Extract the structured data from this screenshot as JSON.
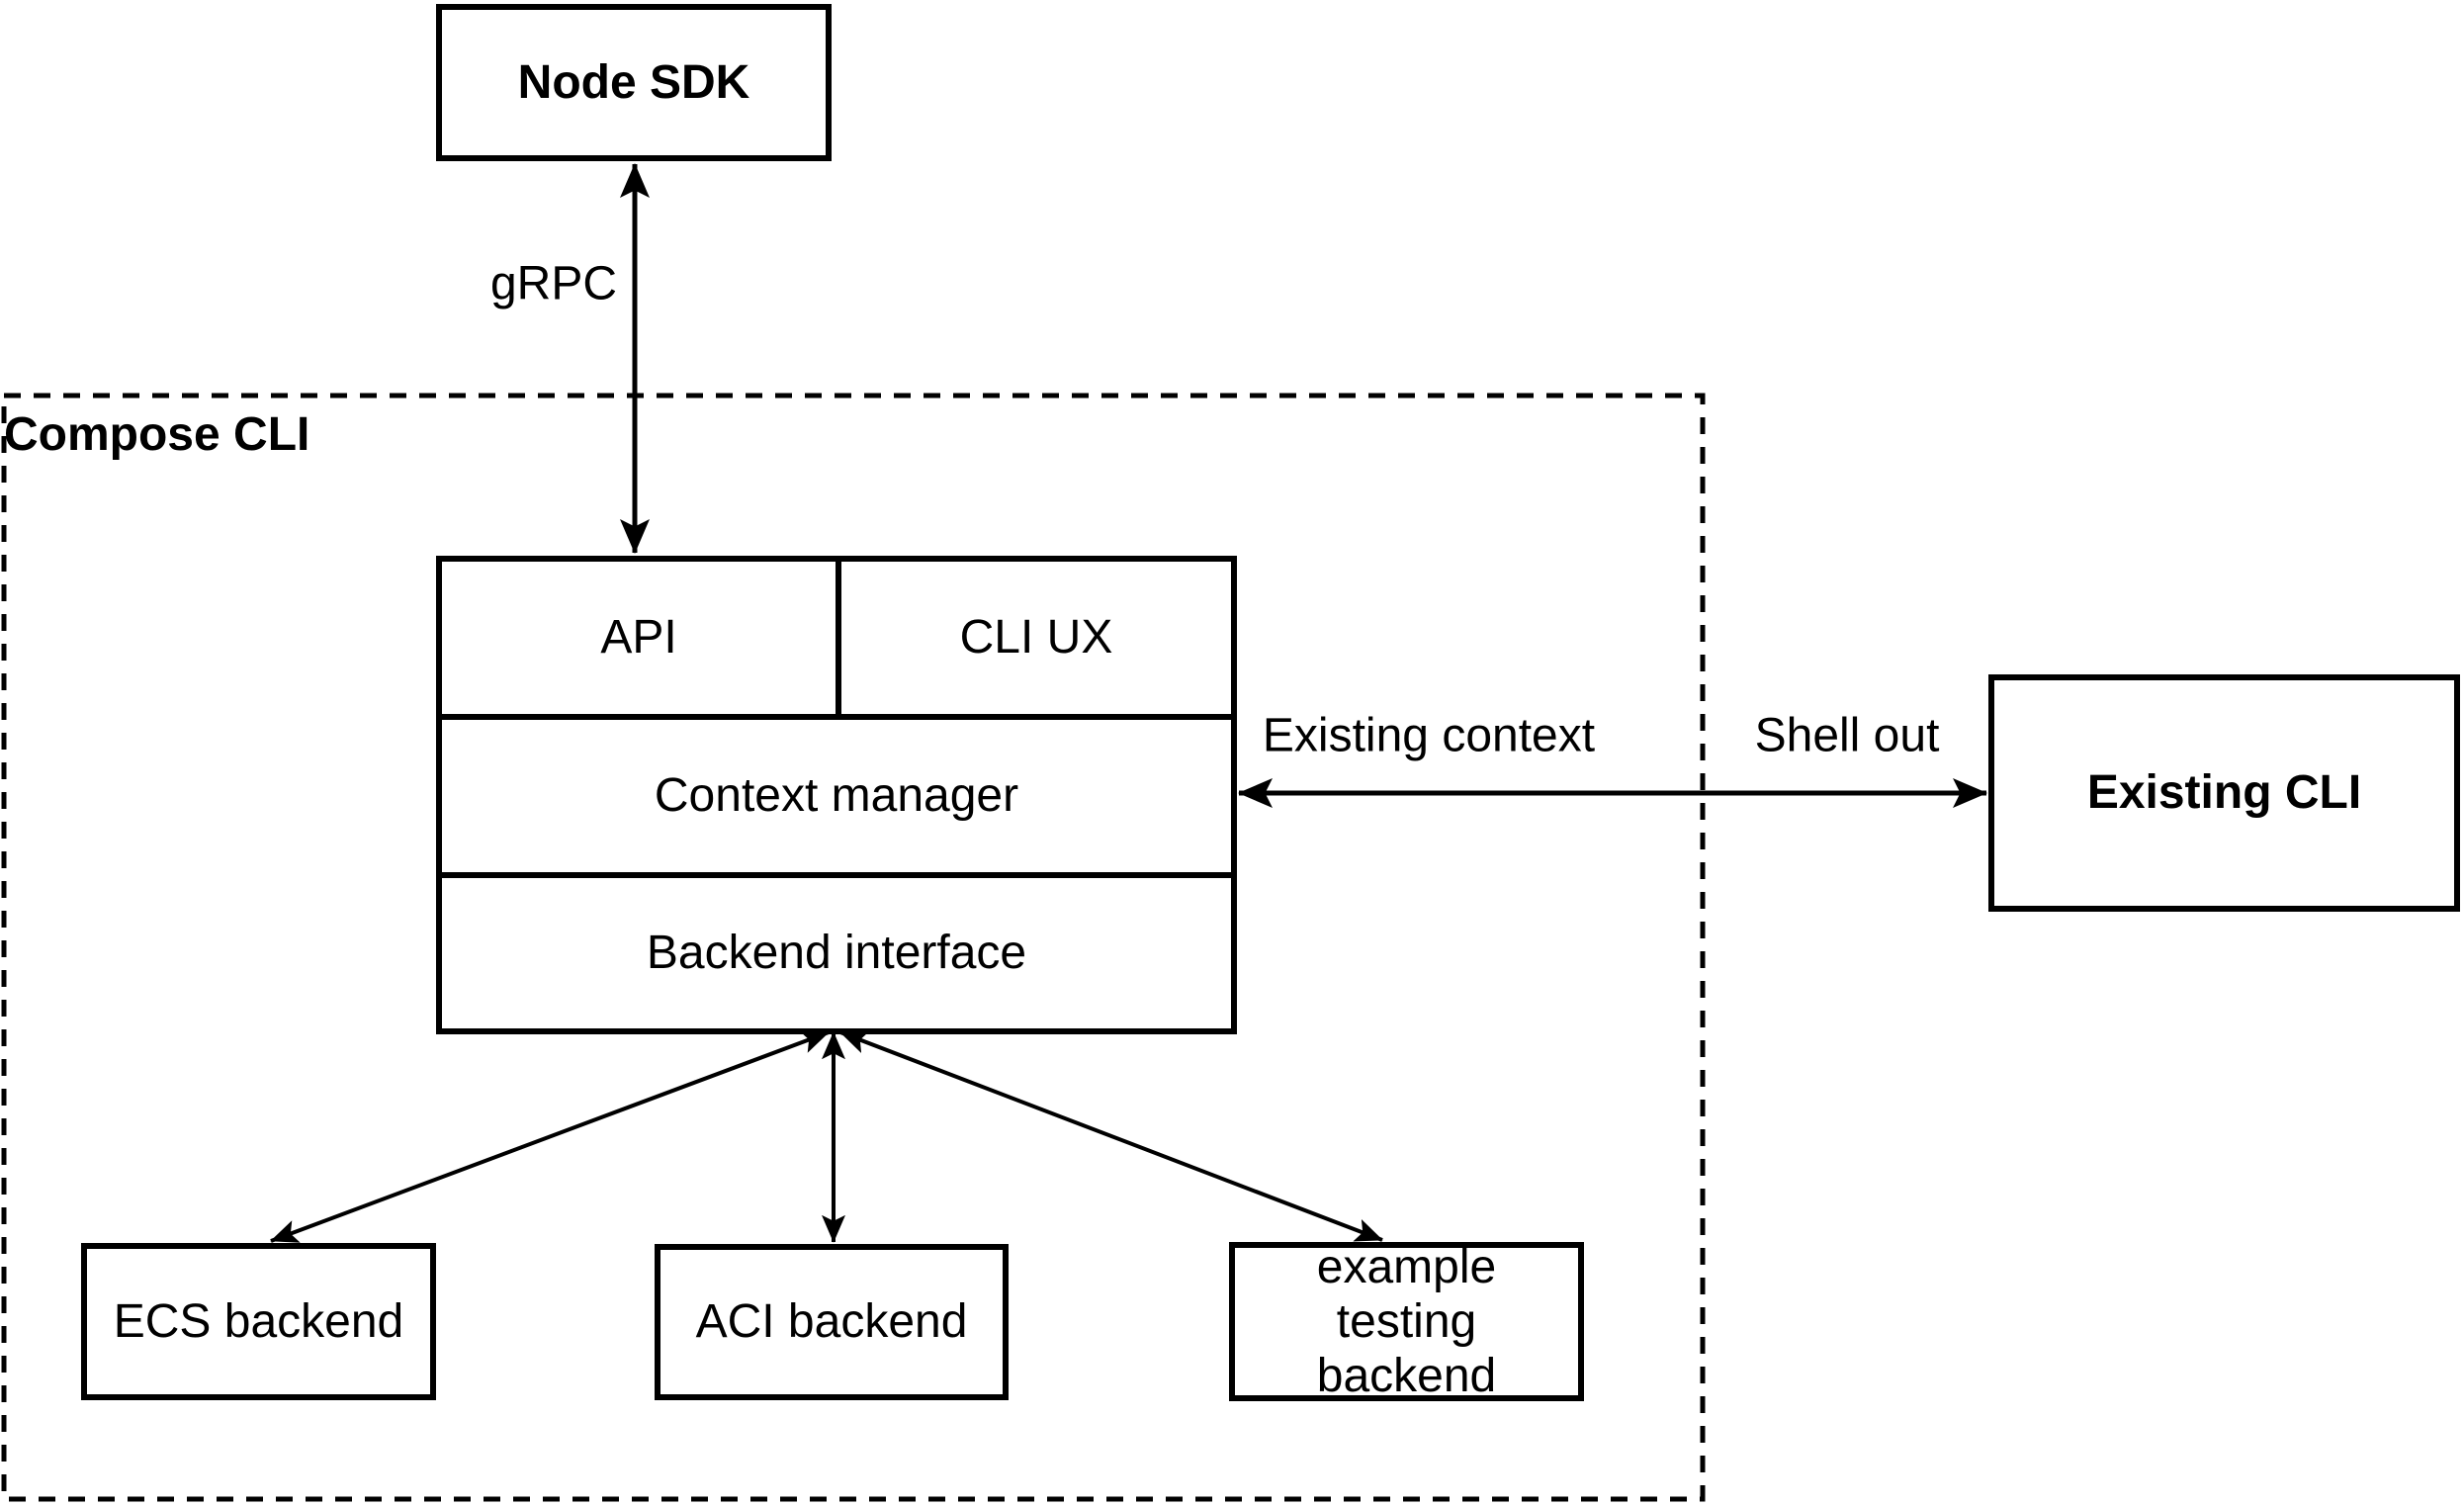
{
  "nodes": {
    "node_sdk": "Node SDK",
    "api": "API",
    "cli_ux": "CLI UX",
    "context_manager": "Context manager",
    "backend_interface": "Backend interface",
    "existing_cli": "Existing CLI",
    "ecs_backend": "ECS backend",
    "aci_backend": "ACI backend",
    "example_testing_backend": "example testing backend"
  },
  "containers": {
    "compose_cli": "Compose CLI"
  },
  "edge_labels": {
    "grpc": "gRPC",
    "existing_context": "Existing context",
    "shell_out": "Shell out"
  },
  "colors": {
    "stroke": "#000000",
    "text": "#000000",
    "background": "#ffffff"
  }
}
